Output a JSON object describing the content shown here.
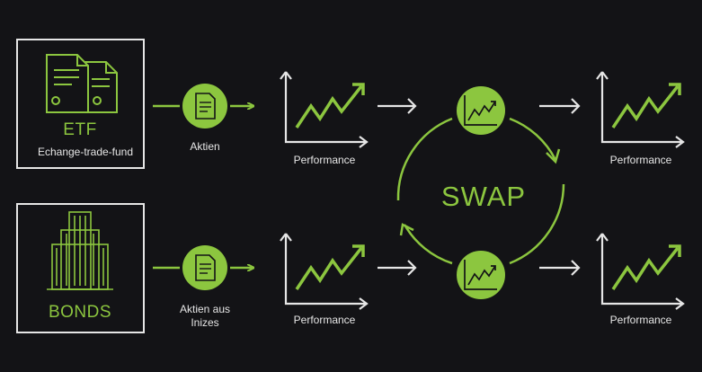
{
  "colors": {
    "background": "#131316",
    "accent": "#8cc63f",
    "line": "#e6e6e6"
  },
  "etf": {
    "title": "ETF",
    "subtitle": "Echange-trade-fund",
    "icon": "documents-icon"
  },
  "bonds": {
    "title": "BONDS",
    "icon": "building-icon"
  },
  "top_row": {
    "asset_label": "Aktien",
    "performance_label": "Performance",
    "result_label": "Performance"
  },
  "bottom_row": {
    "asset_label_line1": "Aktien aus",
    "asset_label_line2": "Inizes",
    "performance_label": "Performance",
    "result_label": "Performance"
  },
  "swap": {
    "label": "SWAP"
  }
}
